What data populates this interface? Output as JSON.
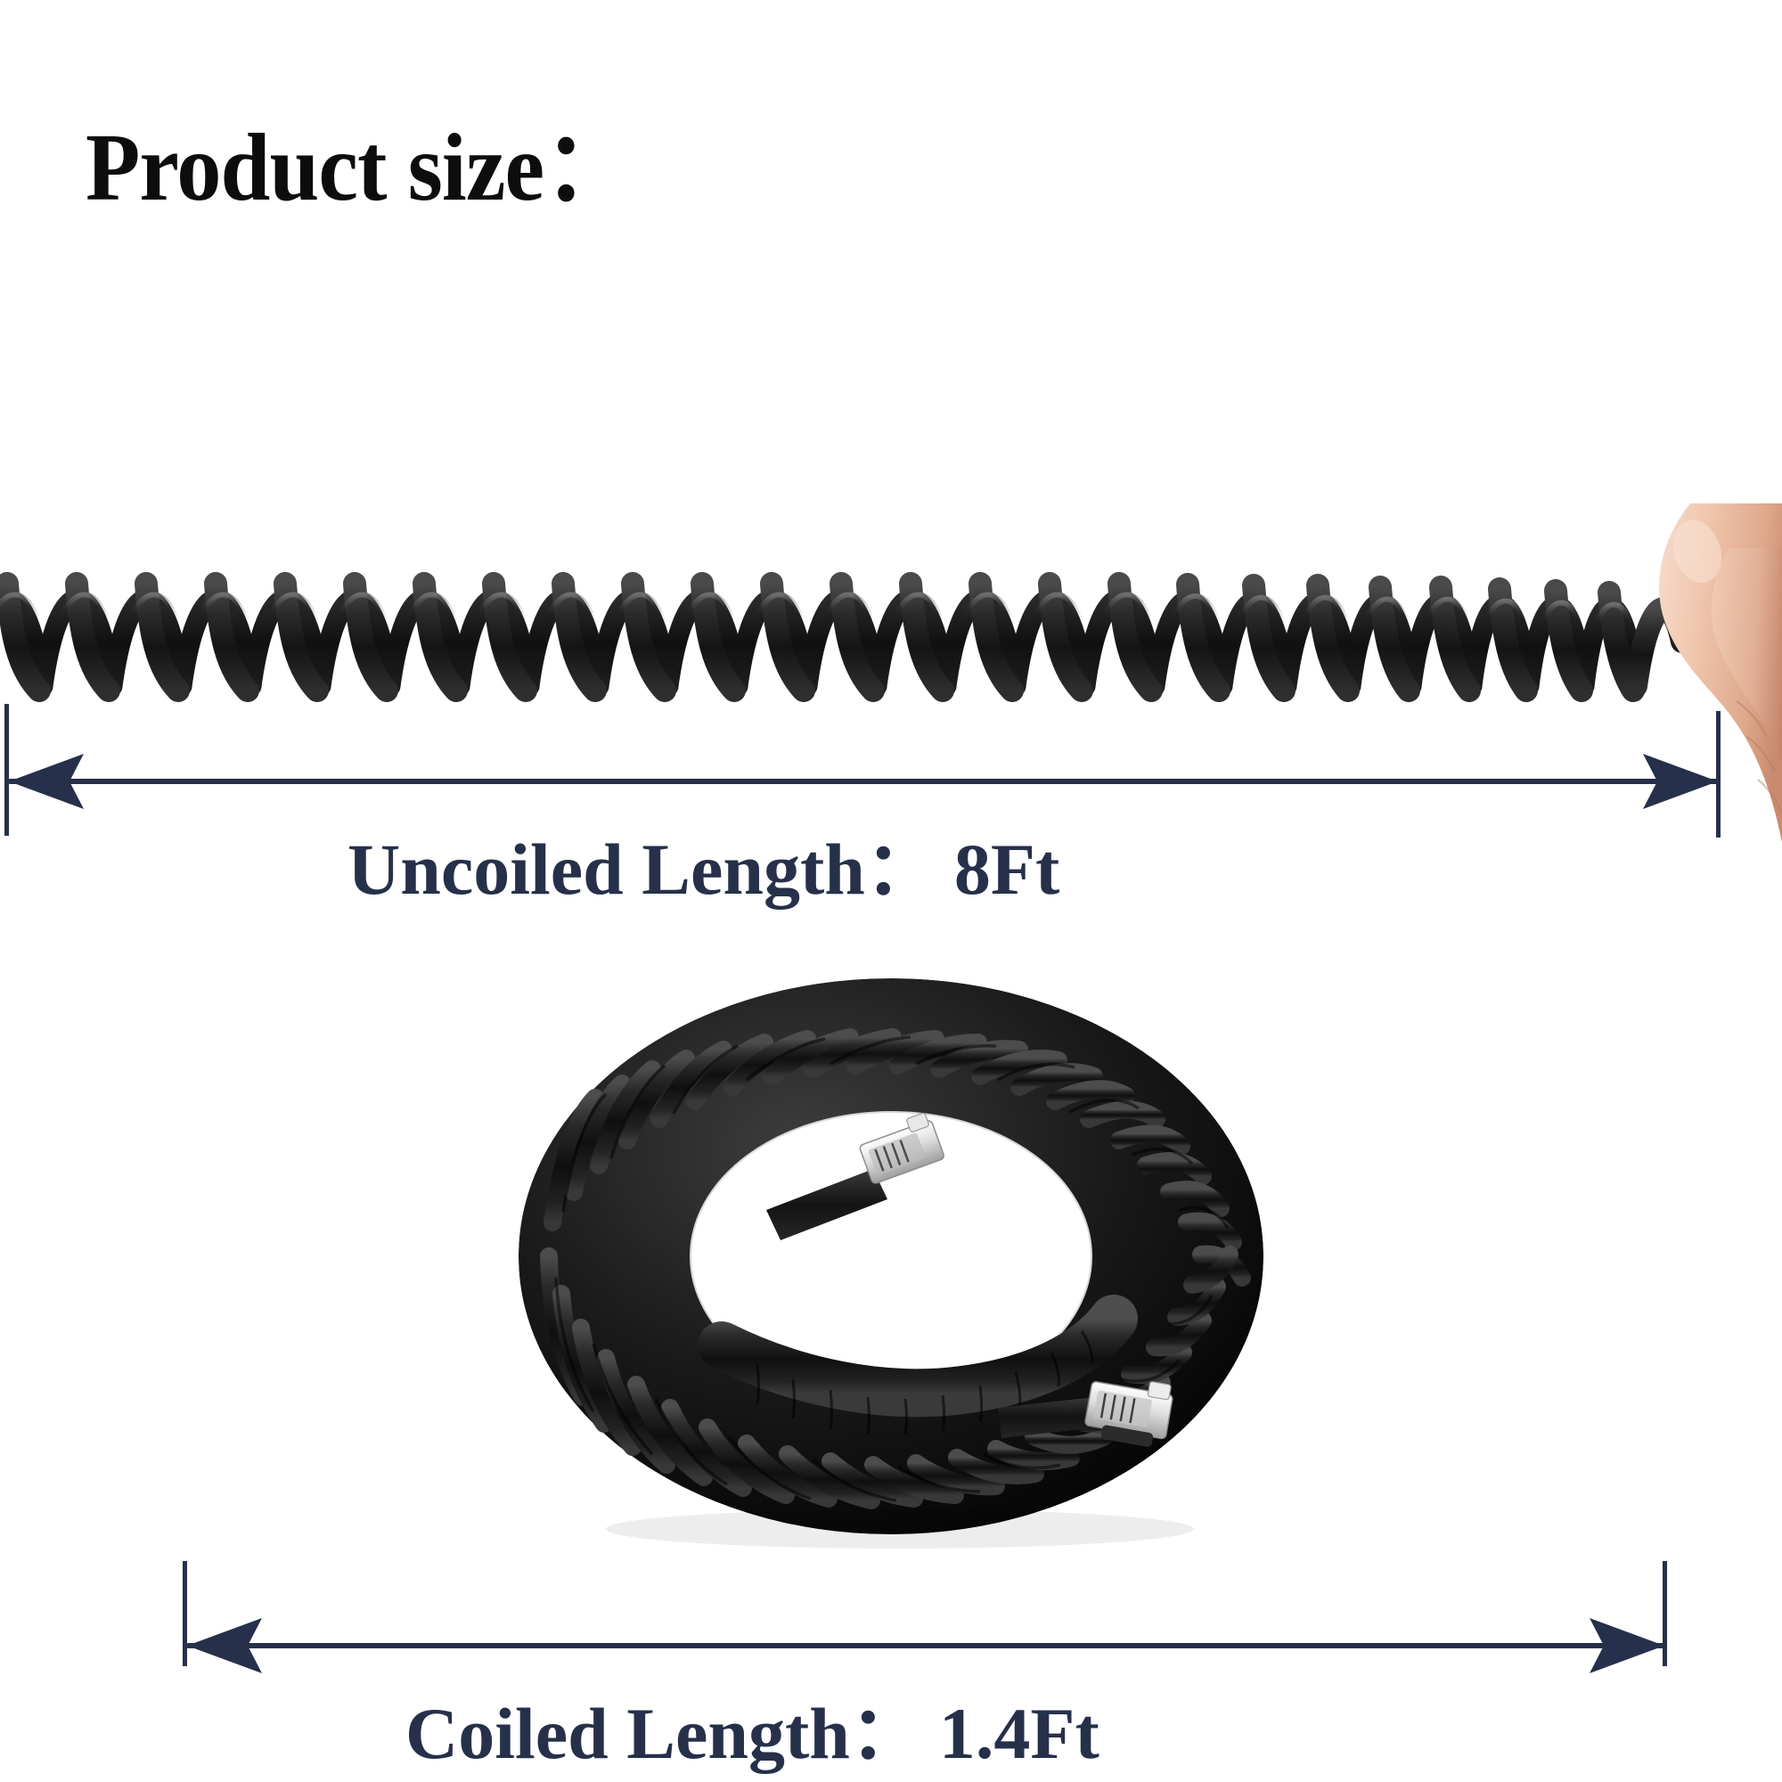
{
  "page": {
    "background_color": "#ffffff",
    "title": "Product size：",
    "title_color": "#0d0d0d"
  },
  "accent": {
    "annotation_color": "#26304a",
    "cable_color": "#1c1c1c",
    "skin_color": "#f0c4ac"
  },
  "measurements": [
    {
      "id": "uncoiled",
      "label": "Uncoiled Length：",
      "value": "8Ft",
      "arrow_name": "uncoiled-dimension-arrow",
      "subject": "stretched-coiled-cord"
    },
    {
      "id": "coiled",
      "label": "Coiled Length：",
      "value": "1.4Ft",
      "arrow_name": "coiled-dimension-arrow",
      "subject": "coiled-cord-bundle"
    }
  ],
  "product": {
    "type": "coiled telephone handset cord",
    "color": "black",
    "connector_type": "RJ9 modular plug",
    "connector_count": 2
  }
}
